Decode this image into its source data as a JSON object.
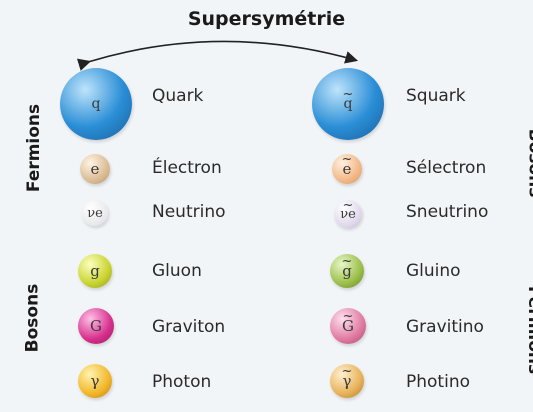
{
  "title": "Supersymétrie",
  "side_labels": {
    "left_top": "Fermions",
    "left_bottom": "Bosons",
    "right_top": "Bosons",
    "right_bottom": "Fermions"
  },
  "particles": [
    {
      "symbol": "q",
      "name": "Quark",
      "color": "#2a8ed6"
    },
    {
      "symbol": "e",
      "name": "Électron",
      "color": "#d4b48a"
    },
    {
      "symbol": "νe",
      "name": "Neutrino",
      "color": "#e8e8ec"
    },
    {
      "symbol": "g",
      "name": "Gluon",
      "color": "#c9d430"
    },
    {
      "symbol": "G",
      "name": "Graviton",
      "color": "#d62f8c"
    },
    {
      "symbol": "γ",
      "name": "Photon",
      "color": "#f2b72a"
    }
  ],
  "superpartners": [
    {
      "symbol": "q",
      "name": "Squark",
      "color": "#2a8ed6"
    },
    {
      "symbol": "e",
      "name": "Sélectron",
      "color": "#f0b07a"
    },
    {
      "symbol": "νe",
      "name": "Sneutrino",
      "color": "#ddd4ea"
    },
    {
      "symbol": "g",
      "name": "Gluino",
      "color": "#9bbf4a"
    },
    {
      "symbol": "G",
      "name": "Gravitino",
      "color": "#e07aa0"
    },
    {
      "symbol": "γ",
      "name": "Photino",
      "color": "#e8b25a"
    }
  ]
}
